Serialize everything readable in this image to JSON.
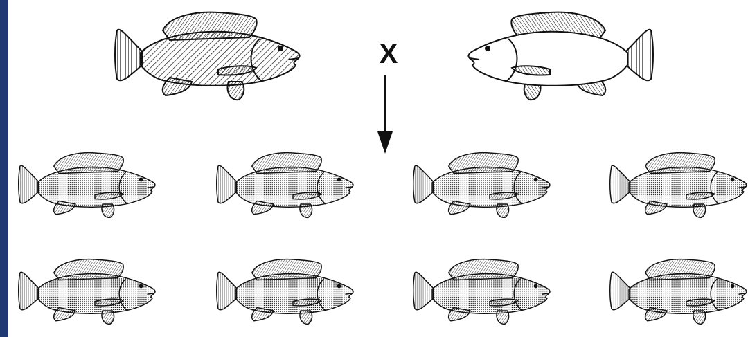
{
  "diagram": {
    "cross_label": "X",
    "parents": [
      {
        "pattern": "hatched",
        "facing": "right"
      },
      {
        "pattern": "plain",
        "facing": "left"
      }
    ],
    "offspring": {
      "pattern": "dotted",
      "count": 8,
      "rows": 2,
      "per_row": 4
    },
    "colors": {
      "frame": "#1f3a73",
      "background": "#ffffff",
      "ink": "#111111"
    }
  }
}
